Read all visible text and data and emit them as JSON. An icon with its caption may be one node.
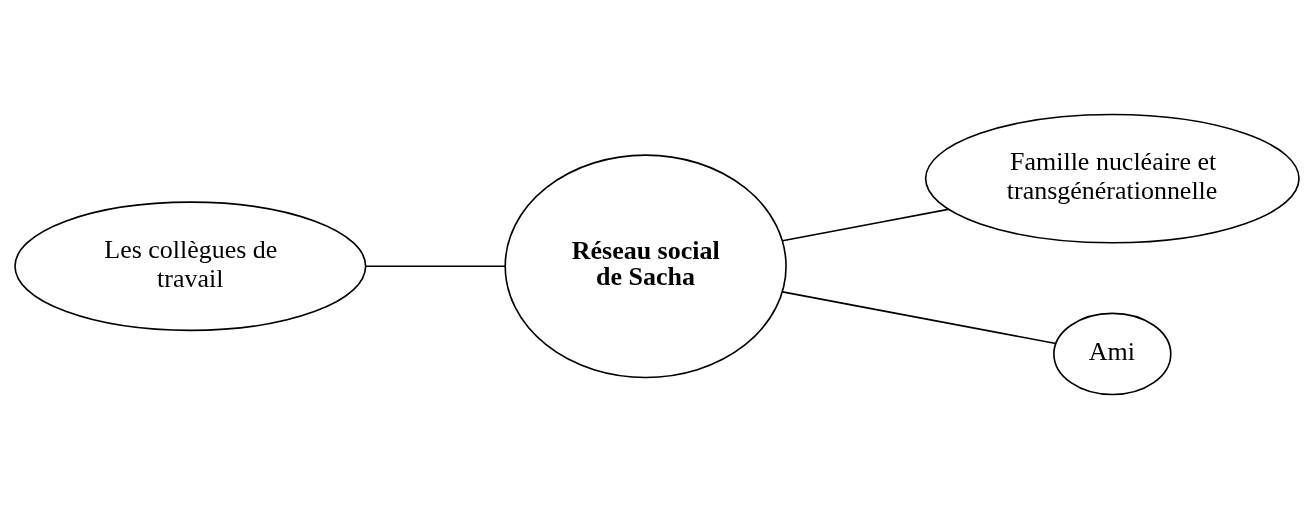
{
  "diagram": {
    "nodes": [
      {
        "text": [
          "Famille nucléaire et transgénérationnelle"
        ]
      },
      {
        "text": [
          "Les collègues de travail"
        ]
      },
      {
        "text": [
          "Réseau social de Sacha"
        ]
      },
      {
        "text": [
          "Ami"
        ]
      }
    ],
    "edges": [
      {
        "from": 1,
        "to": 2,
        "arrow": "none"
      },
      {
        "from": 2,
        "to": 0,
        "arrow": "none"
      },
      {
        "from": 2,
        "to": 3,
        "arrow": "none"
      }
    ]
  }
}
